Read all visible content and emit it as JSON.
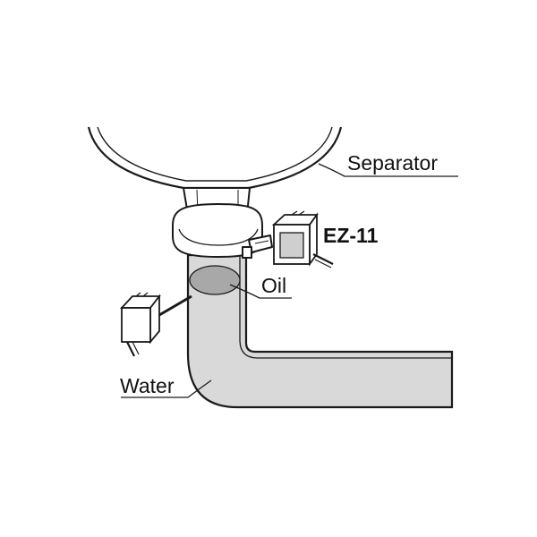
{
  "labels": {
    "separator": "Separator",
    "sensor_model": "EZ-11",
    "oil": "Oil",
    "water": "Water"
  },
  "colors": {
    "line": "#1a1a1a",
    "pipe_fill": "#d9d9d9",
    "oil_fill": "#a8a8a8",
    "sensor_face": "#cfcfcf",
    "background": "#ffffff"
  },
  "icons": {
    "upper_sensor": "photoelectric-sensor-icon",
    "lower_sensor": "photoelectric-sensor-icon"
  }
}
